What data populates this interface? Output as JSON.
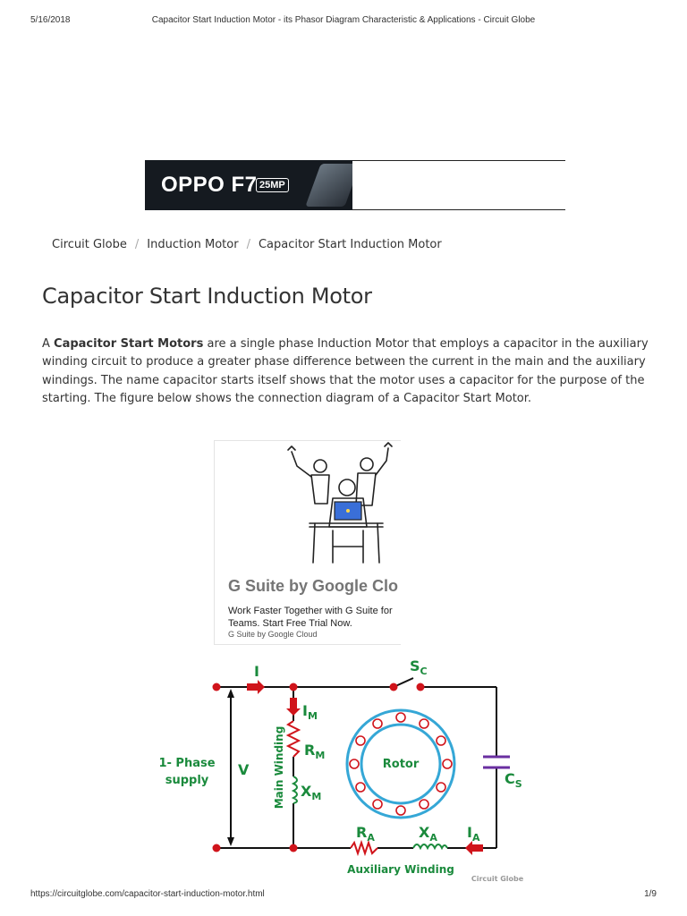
{
  "header": {
    "date": "5/16/2018",
    "title": "Capacitor Start Induction Motor - its Phasor Diagram Characteristic & Applications - Circuit Globe"
  },
  "footer": {
    "url": "https://circuitglobe.com/capacitor-start-induction-motor.html",
    "page": "1/9"
  },
  "banner_ad": {
    "brand": "OPPO F7",
    "badge": "25MP"
  },
  "breadcrumb": {
    "items": [
      "Circuit Globe",
      "Induction Motor",
      "Capacitor Start Induction Motor"
    ],
    "separator": "/"
  },
  "article": {
    "title": "Capacitor Start Induction Motor",
    "intro_prefix": "A ",
    "intro_bold": "Capacitor Start Motors",
    "intro_rest": " are a single phase Induction Motor that employs a capacitor in the auxiliary winding circuit to produce a greater phase difference between the current in the main and the auxiliary windings. The name capacitor starts itself shows that the motor uses a capacitor for the purpose of the starting. The figure below shows the connection diagram of a Capacitor Start Motor."
  },
  "gsuite_ad": {
    "headline": "G Suite by Google Clo",
    "body": "Work Faster Together with G Suite for Teams. Start Free Trial Now.",
    "source": "G Suite by Google Cloud"
  },
  "circuit": {
    "supply_line1": "1- Phase",
    "supply_line2": "supply",
    "voltage": "V",
    "current": "I",
    "main_current": "I",
    "main_current_sub": "M",
    "main_resistance": "R",
    "main_resistance_sub": "M",
    "main_reactance": "X",
    "main_reactance_sub": "M",
    "main_winding": "Main Winding",
    "rotor": "Rotor",
    "switch": "S",
    "switch_sub": "C",
    "capacitor": "C",
    "capacitor_sub": "S",
    "aux_resistance": "R",
    "aux_resistance_sub": "A",
    "aux_reactance": "X",
    "aux_reactance_sub": "A",
    "aux_current": "I",
    "aux_current_sub": "A",
    "aux_winding": "Auxiliary Winding",
    "watermark": "Circuit Globe",
    "colors": {
      "wire": "#111111",
      "node": "#d0141b",
      "label_green": "#1a8a3c",
      "rotor_ring": "#35a7d6",
      "capacitor": "#6a2fa0",
      "inductor": "#1a8a3c",
      "resistor": "#d0141b"
    }
  }
}
